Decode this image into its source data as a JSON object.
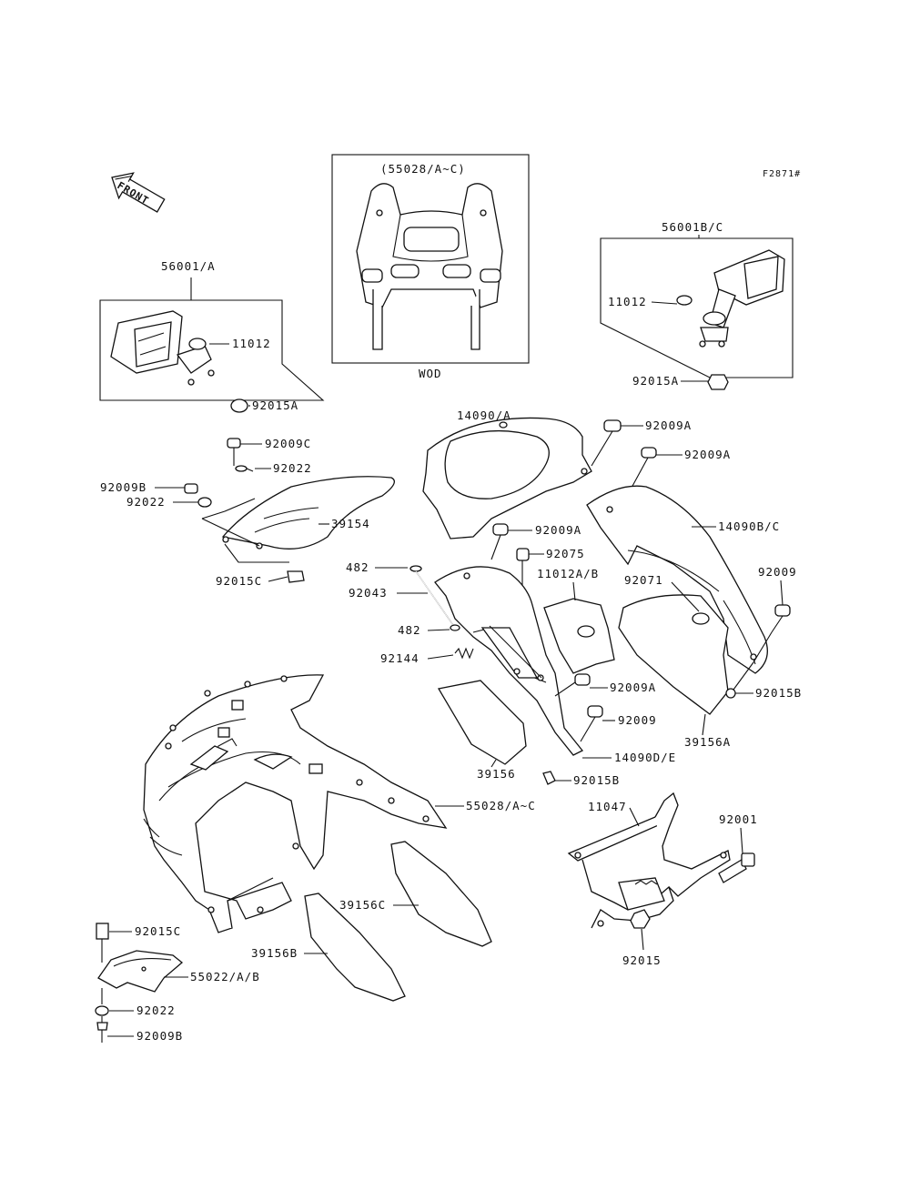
{
  "figure_code": "F2871#",
  "front_label": "FRONT",
  "variant_label": "WOD",
  "inset_label": "(55028/A~C)",
  "part_labels": {
    "p56001A": "56001/A",
    "p11012_left": "11012",
    "p92015A_left": "92015A",
    "p56001BC": "56001B/C",
    "p11012_right": "11012",
    "p92015A_right": "92015A",
    "p14090A": "14090/A",
    "p92009A_1": "92009A",
    "p92009A_2": "92009A",
    "p92009C": "92009C",
    "p92022_top": "92022",
    "p92009B_top": "92009B",
    "p92022_mid": "92022",
    "p39154": "39154",
    "p14090BC": "14090B/C",
    "p92015C_top": "92015C",
    "p482_top": "482",
    "p92009A_3": "92009A",
    "p92075": "92075",
    "p92043": "92043",
    "p11012AB": "11012A/B",
    "p92071": "92071",
    "p92009_right": "92009",
    "p482_bottom": "482",
    "p92144": "92144",
    "p92009A_4": "92009A",
    "p92015B_right": "92015B",
    "p92009_mid": "92009",
    "p39156A": "39156A",
    "p14090DE": "14090D/E",
    "p39156": "39156",
    "p92015B_mid": "92015B",
    "p55028AC": "55028/A~C",
    "p11047": "11047",
    "p92001": "92001",
    "p39156C": "39156C",
    "p92015_bottom": "92015",
    "p92015C_bottom": "92015C",
    "p39156B": "39156B",
    "p55022AB": "55022/A/B",
    "p92022_bottom": "92022",
    "p92009B_bottom": "92009B"
  }
}
